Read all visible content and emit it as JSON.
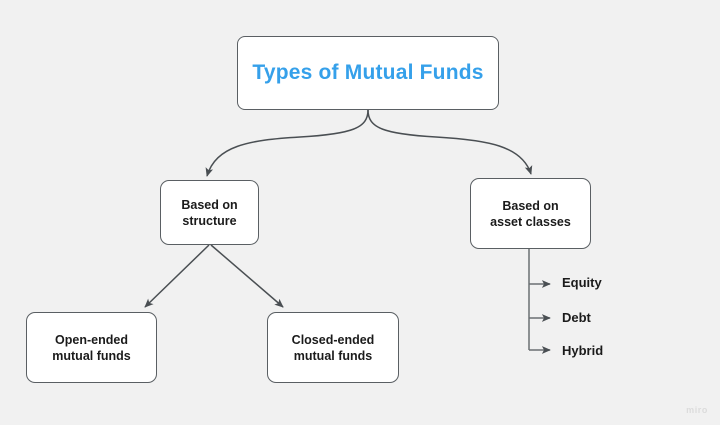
{
  "canvas": {
    "background_color": "#f1f1f1",
    "watermark": "miro"
  },
  "diagram": {
    "type": "tree",
    "title_node": {
      "label": "Types of Mutual Funds",
      "text_color": "#35a0ea"
    },
    "branches": [
      {
        "id": "structure",
        "label": "Based on\nstructure"
      },
      {
        "id": "asset-classes",
        "label": "Based on\nasset classes"
      }
    ],
    "leaves": [
      {
        "id": "open-ended",
        "label": "Open-ended\nmutual funds"
      },
      {
        "id": "closed-ended",
        "label": "Closed-ended\nmutual funds"
      }
    ],
    "asset_class_items": [
      {
        "id": "equity",
        "label": "Equity"
      },
      {
        "id": "debt",
        "label": "Debt"
      },
      {
        "id": "hybrid",
        "label": "Hybrid"
      }
    ],
    "edge_color": "#5a5f63",
    "node_border_color": "#5a5f63",
    "node_fill_color": "#ffffff"
  }
}
